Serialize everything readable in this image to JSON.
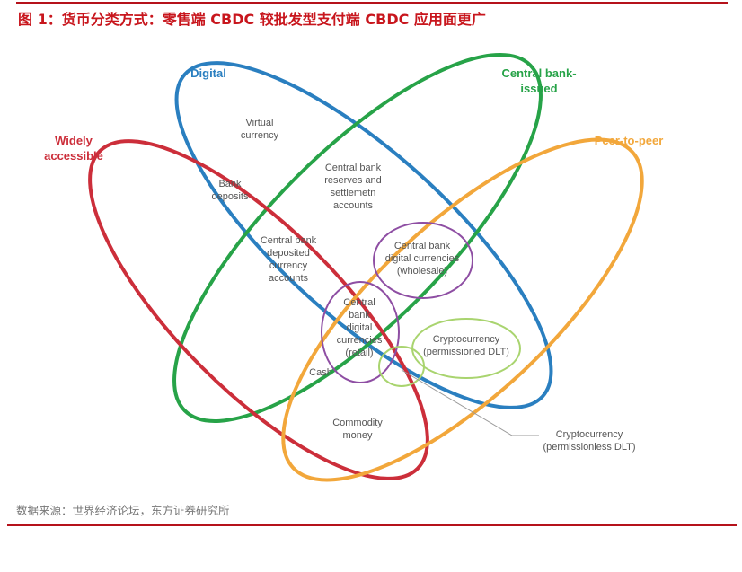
{
  "title": "图 1：货币分类方式：零售端 CBDC 较批发型支付端 CBDC 应用面更广",
  "source": "数据来源：世界经济论坛，东方证券研究所",
  "colors": {
    "digital": "#2a7fc0",
    "central_bank": "#27a348",
    "widely": "#cc2e3a",
    "p2p": "#f2a73b",
    "cbdc": "#8e4ea3",
    "crypto": "#a9d46f",
    "title": "#c8161d"
  },
  "sets": {
    "digital": "Digital",
    "central_bank": [
      "Central bank-",
      "issued"
    ],
    "widely": [
      "Widely",
      "accessible"
    ],
    "p2p": "Peer-to-peer"
  },
  "regions": {
    "virtual": [
      "Virtual",
      "currency"
    ],
    "bank_deposits": [
      "Bank",
      "deposits"
    ],
    "reserves": [
      "Central bank",
      "reserves and",
      "settlemetn",
      "accounts"
    ],
    "deposited": [
      "Central bank",
      "deposited",
      "currency",
      "accounts"
    ],
    "wholesale": [
      "Central bank",
      "digital currencies",
      "(wholesale)"
    ],
    "retail": [
      "Central",
      "bank",
      "digital",
      "currencies",
      "(retail)"
    ],
    "crypto_permissioned": [
      "Cryptocurrency",
      "(permissioned DLT)"
    ],
    "cash": "Cash",
    "commodity": [
      "Commodity",
      "money"
    ],
    "crypto_permissionless": [
      "Cryptocurrency",
      "(permissionless DLT)"
    ]
  }
}
